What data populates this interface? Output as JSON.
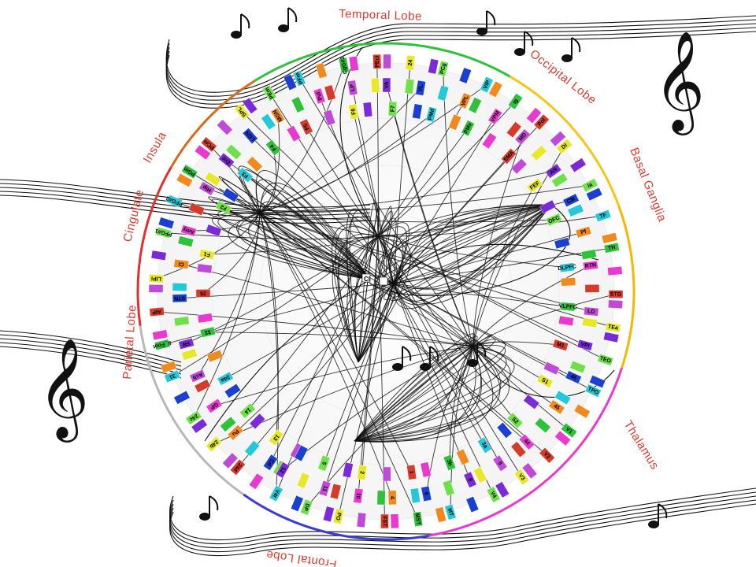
{
  "diagram": {
    "lobes": [
      {
        "id": "temporal",
        "label": "Temporal Lobe",
        "color": "#2ec23a"
      },
      {
        "id": "occipital",
        "label": "Occipital Lobe",
        "color": "#f5c518"
      },
      {
        "id": "basal",
        "label": "Basal Ganglia",
        "color": "#f5b800"
      },
      {
        "id": "thalamus",
        "label": "Thalamus",
        "color": "#e83ad0"
      },
      {
        "id": "frontal",
        "label": "Frontal Lobe",
        "color": "#3a3ad6"
      },
      {
        "id": "parietal",
        "label": "Parietal Lobe",
        "color": "#b8b8b8"
      },
      {
        "id": "cingulate",
        "label": "Cingulate",
        "color": "#e03030"
      },
      {
        "id": "insula",
        "label": "Insula",
        "color": "#d66a1e"
      }
    ],
    "hubs": [
      {
        "id": "hub-br",
        "label": "Br"
      },
      {
        "id": "hub-cl",
        "label": "Cl"
      }
    ],
    "node_labels": [
      "23c",
      "24d",
      "24b",
      "24c",
      "31",
      "S_Foot",
      "AIP",
      "LIPi",
      "PFG#1",
      "PFG#2",
      "PGm",
      "PCm",
      "SPL",
      "PEm",
      "PFm",
      "CgG#2",
      "PEci",
      "24",
      "PCg",
      "VIP",
      "Ig",
      "Pol",
      "Dl",
      "Ia",
      "TF",
      "TH",
      "STG",
      "TEa",
      "TEO",
      "TPO",
      "V1",
      "V2",
      "V3",
      "V4",
      "MT",
      "MST",
      "FST",
      "PO",
      "DP",
      "V4t",
      "Cd",
      "Pu",
      "GP",
      "Acb",
      "SN",
      "STN",
      "Cl",
      "Amy",
      "Hip",
      "Ent",
      "LGN",
      "MGN",
      "Pul",
      "LP",
      "VA",
      "VL",
      "VPL",
      "VPM",
      "MD",
      "AN",
      "CM",
      "Pf",
      "RTN",
      "LD",
      "VPI",
      "46",
      "45",
      "44",
      "9",
      "8",
      "6",
      "4",
      "10",
      "11",
      "12",
      "13",
      "14",
      "24a",
      "32",
      "25",
      "F1",
      "F2",
      "F3",
      "F4",
      "F5",
      "F6",
      "F7",
      "PMd",
      "PMv",
      "SMA",
      "FEF",
      "OFC",
      "DLPFC",
      "VLPFC",
      "M1",
      "S1",
      "S2",
      "3a",
      "3b",
      "1",
      "2",
      "5",
      "7a",
      "7b",
      "PE",
      "PF",
      "PG",
      "LIP",
      "MIP",
      "V6"
    ]
  },
  "colors": {
    "lobe_label": "#e03a2e",
    "node_palette": [
      "#2ec23a",
      "#1a3fd1",
      "#e8e82a",
      "#e83ad0",
      "#24c8d8",
      "#7a2ad6",
      "#d63a2a",
      "#f08a1e",
      "#6fe04a",
      "#c04ad8"
    ],
    "edge": "#111111",
    "staff": "#111111"
  },
  "icons": {
    "treble_clef": "treble-clef-icon",
    "music_note": "eighth-note-icon"
  }
}
